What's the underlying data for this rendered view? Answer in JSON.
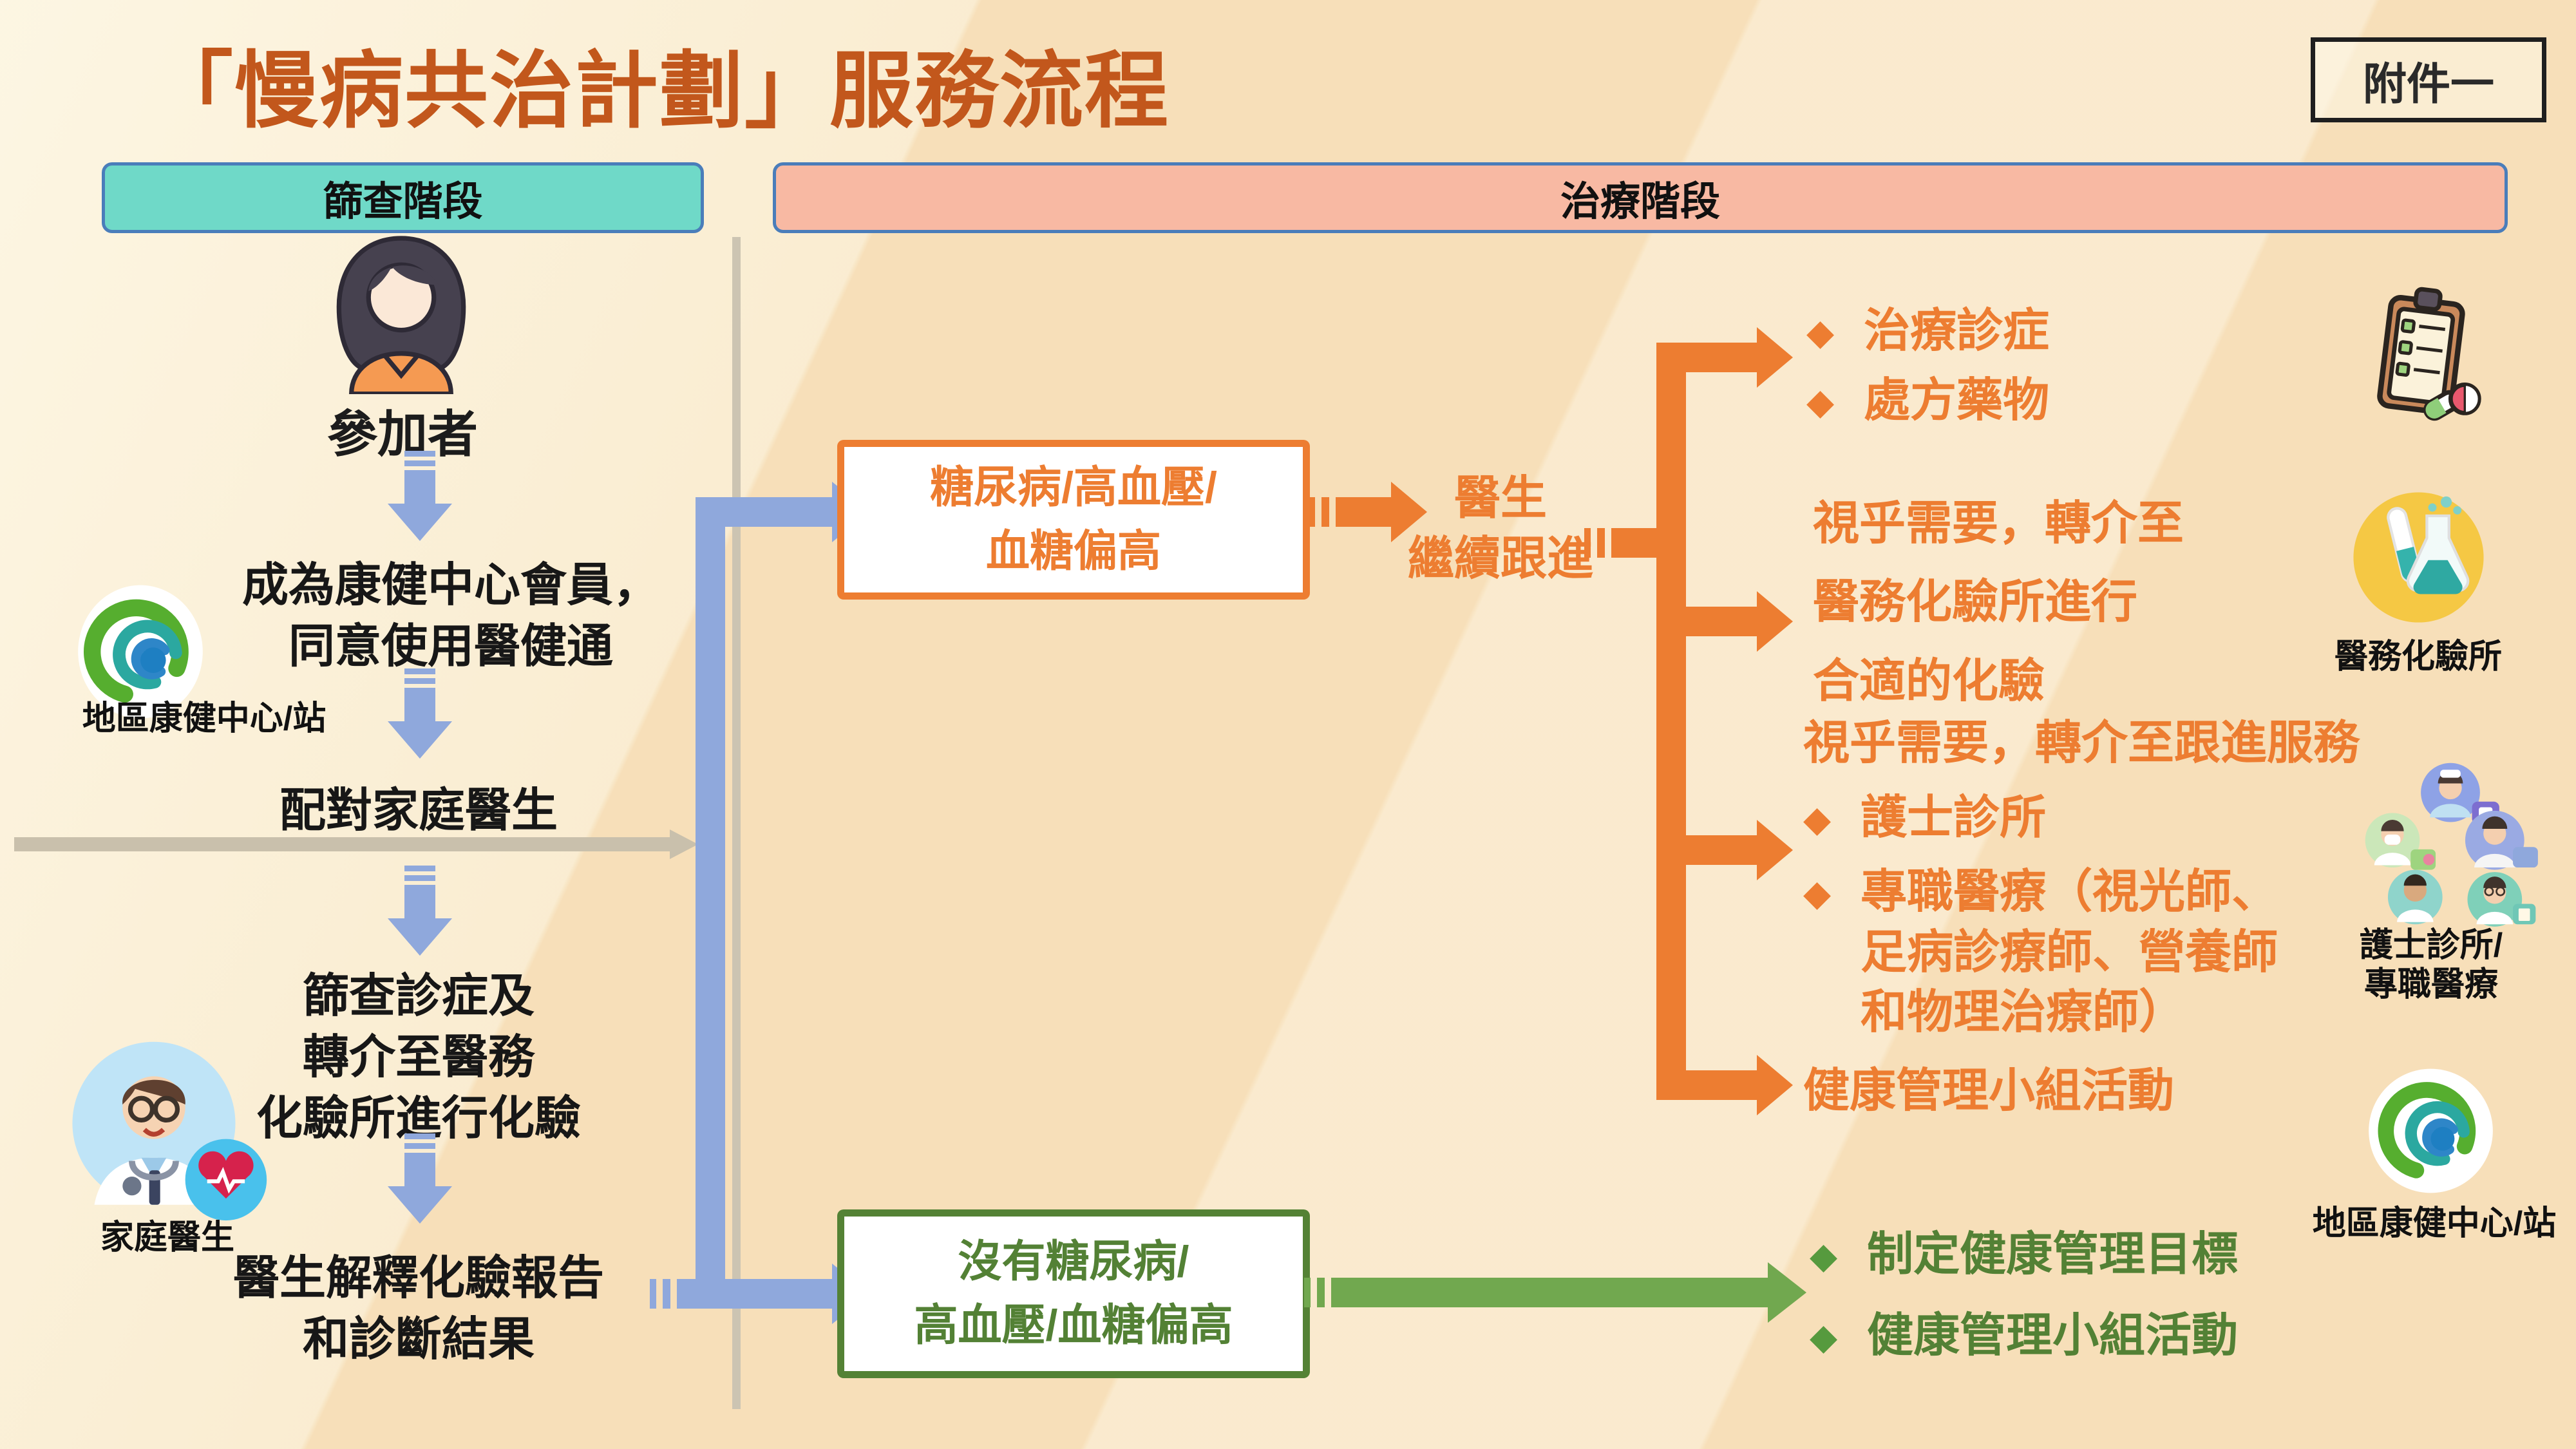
{
  "page": {
    "title": "「慢病共治計劃」服務流程",
    "attachment_badge": "附件一",
    "bullet_glyph": "◆"
  },
  "stage_headers": {
    "screening": "篩查階段",
    "treatment": "治療階段"
  },
  "screening": {
    "participant_label": "參加者",
    "step_become_member": "成為康健中心會員，\n同意使用醫健通",
    "dhc_label": "地區康健中心/站",
    "step_match_doctor": "配對家庭醫生",
    "step_screening_consult": "篩查診症及\n轉介至醫務\n化驗所進行化驗",
    "family_doctor_label": "家庭醫生",
    "step_explain_results": "醫生解釋化驗報告\n和診斷結果"
  },
  "decision": {
    "positive_box": "糖尿病/高血壓/\n血糖偏高",
    "doctor_follow_up": "醫生\n繼續跟進",
    "negative_box": "沒有糖尿病/\n高血壓/血糖偏高"
  },
  "treatment": {
    "group1_items": [
      {
        "text": "治療診症"
      },
      {
        "text": "處方藥物"
      }
    ],
    "group2_text": "視乎需要，轉介至\n醫務化驗所進行\n合適的化驗",
    "group3_heading": "視乎需要，轉介至跟進服務",
    "group3_items": [
      {
        "text": "護士診所"
      },
      {
        "text": "專職醫療（視光師、\n足病診療師、營養師\n和物理治療師）"
      }
    ],
    "group4_text": "健康管理小組活動",
    "lab_label": "醫務化驗所",
    "care_team_label": "護士診所/\n專職醫療",
    "dhc_label": "地區康健中心/站"
  },
  "healthy_outcomes": [
    {
      "text": "制定健康管理目標"
    },
    {
      "text": "健康管理小組活動"
    }
  ],
  "colors": {
    "title": "#C2571C",
    "orange": "#ED7D31",
    "green_border": "#548235",
    "green_text": "#538135",
    "blue_connector": "#8FA8DC",
    "teal_header": "#6FD9C8",
    "salmon_header": "#F8B9A3",
    "header_border": "#4A7DBA",
    "gray_guide": "#C9C0AC"
  }
}
